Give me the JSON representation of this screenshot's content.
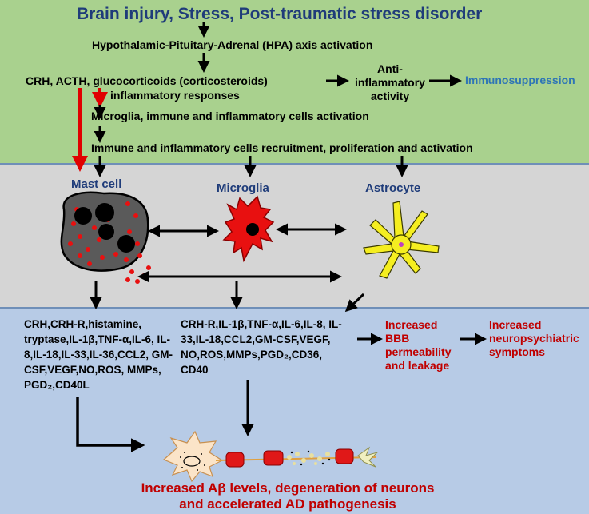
{
  "title": "Brain injury, Stress, Post-traumatic stress disorder",
  "steps": {
    "hpa": "Hypothalamic-Pituitary-Adrenal (HPA) axis activation",
    "hormones": "CRH, ACTH,  glucocorticoids (corticosteroids)",
    "anti_inflammatory": "Anti-inflammatory activity",
    "immunosuppression": "Immunosuppression",
    "inflammatory_responses": "inflammatory responses",
    "microglia_activation": "Microglia, immune and inflammatory cells activation",
    "recruitment": "Immune and inflammatory cells recruitment, proliferation and activation"
  },
  "cells": {
    "mast": "Mast cell",
    "microglia": "Microglia",
    "astrocyte": "Astrocyte"
  },
  "mediators": {
    "mast_list": "CRH,CRH-R,histamine, tryptase,IL-1β,TNF-α,IL-6, IL-8,IL-18,IL-33,IL-36,CCL2, GM-CSF,VEGF,NO,ROS, MMPs, PGD₂,CD40L",
    "glia_list": "CRH-R,IL-1β,TNF-α,IL-6,IL-8, IL-33,IL-18,CCL2,GM-CSF,VEGF, NO,ROS,MMPs,PGD₂,CD36, CD40"
  },
  "effects": {
    "bbb": "Increased BBB permeability and leakage",
    "neuro": "Increased neuropsychiatric symptoms"
  },
  "outcome": {
    "line1": "Increased Aβ levels, degeneration of neurons",
    "line2": "and accelerated AD pathogenesis"
  },
  "colors": {
    "top_band": "#a9d18e",
    "middle_band": "#d5d5d5",
    "bottom_band": "#b7cbe6",
    "red_arrow": "#e00000",
    "title_blue": "#1f3c7a"
  }
}
